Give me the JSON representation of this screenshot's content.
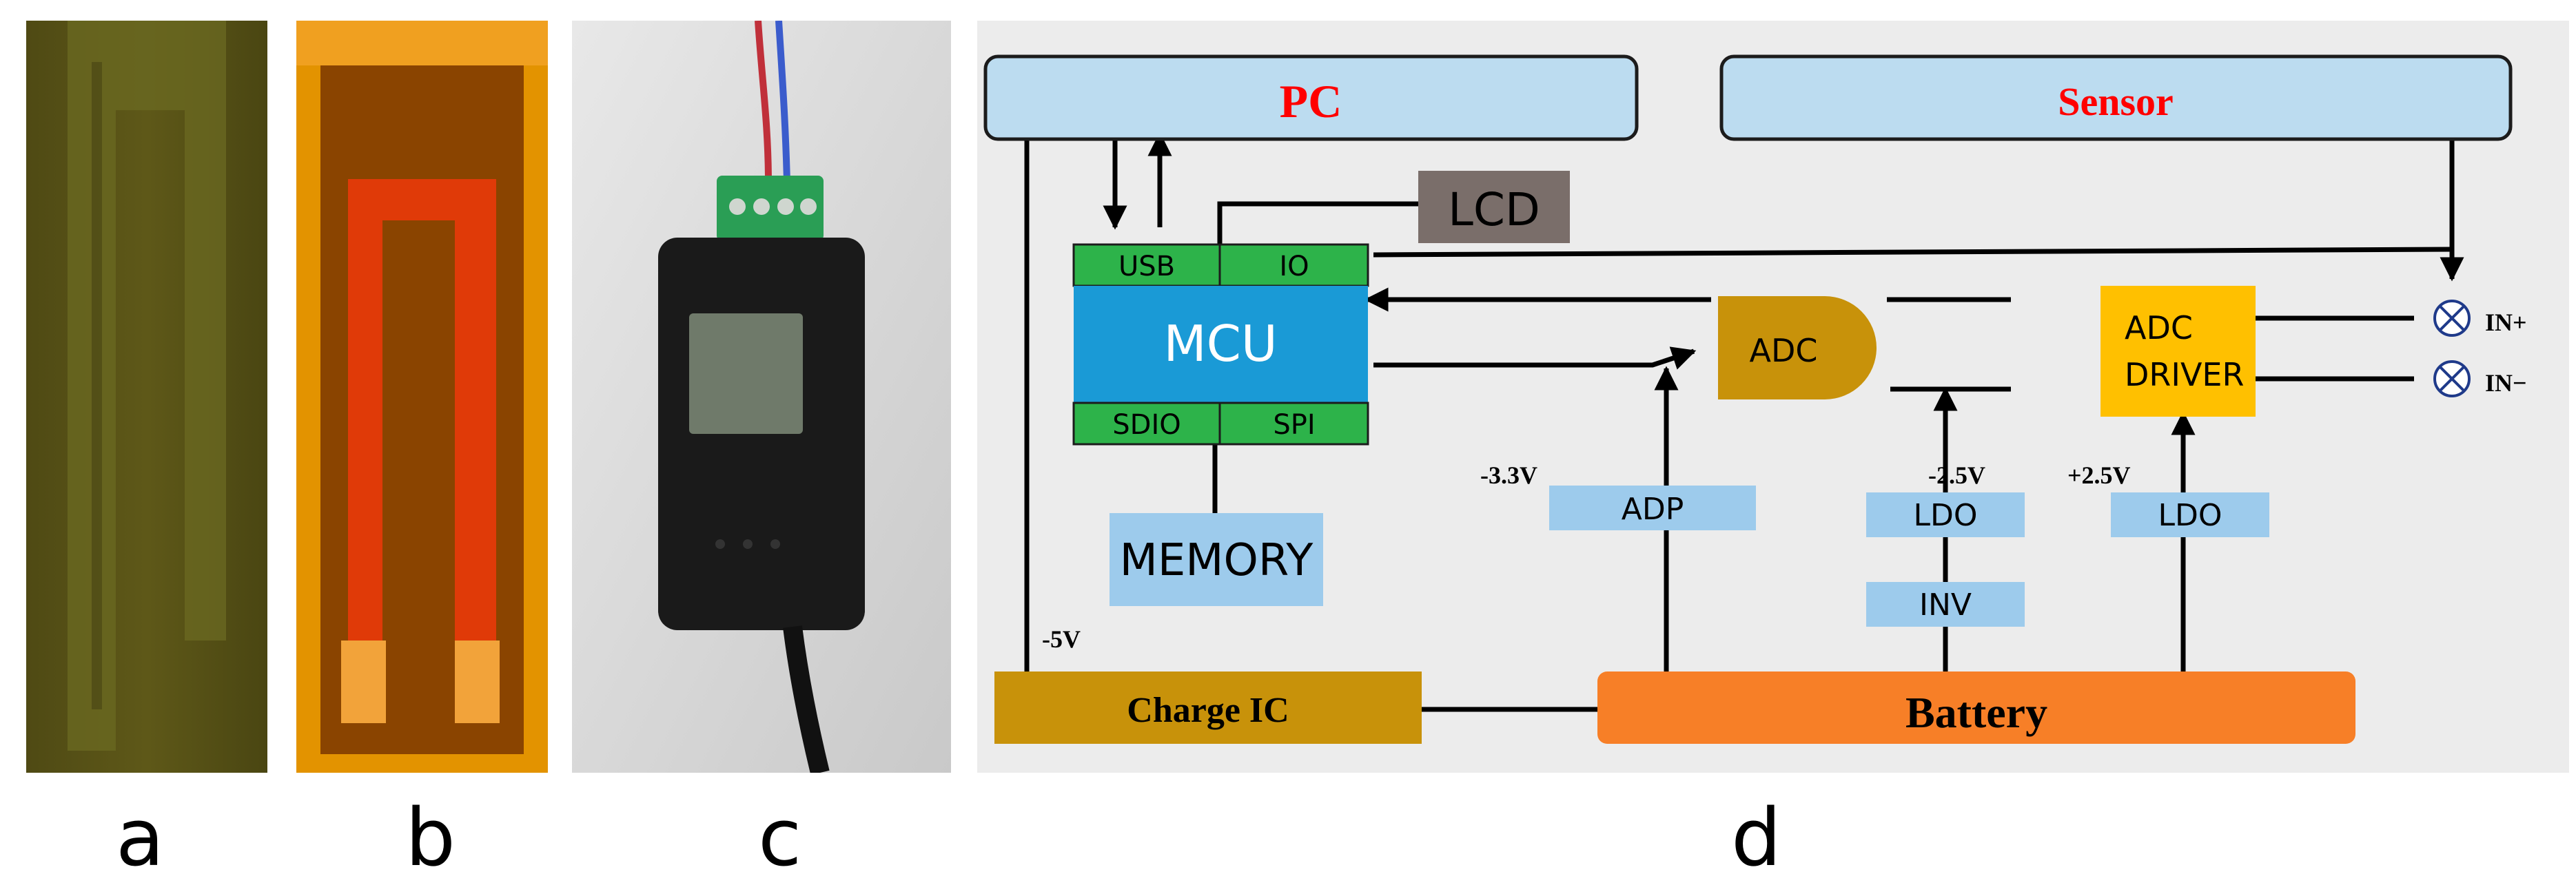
{
  "panels": {
    "a": {
      "caption": "a"
    },
    "b": {
      "caption": "b"
    },
    "c": {
      "caption": "c"
    },
    "d": {
      "caption": "d"
    }
  },
  "diagram": {
    "pc": "PC",
    "sensor": "Sensor",
    "lcd": "LCD",
    "mcu": "MCU",
    "usb": "USB",
    "io": "IO",
    "sdio": "SDIO",
    "spi": "SPI",
    "memory": "MEMORY",
    "adc": "ADC",
    "adc_driver_line1": "ADC",
    "adc_driver_line2": "DRIVER",
    "in_plus": "IN+",
    "in_minus": "IN−",
    "adp": "ADP",
    "ldo_left": "LDO",
    "ldo_right": "LDO",
    "inv": "INV",
    "v_minus_3_3": "-3.3V",
    "v_minus_2_5": "-2.5V",
    "v_plus_2_5": "+2.5V",
    "v_minus_5": "-5V",
    "charge_ic": "Charge IC",
    "battery": "Battery"
  },
  "colors": {
    "pc_box": "#bcdcf0",
    "red_title": "#ff0000",
    "lcd_box": "#7a6e6a",
    "port_green": "#2db34a",
    "mcu_blue": "#1a9ad6",
    "memory_box": "#9dcbec",
    "adc_gold": "#c8920a",
    "adc_driver": "#ffc000",
    "small_box": "#9dcbec",
    "charge_ic": "#c8920a",
    "battery": "#f77f27",
    "diagram_bg": "#ececec"
  }
}
